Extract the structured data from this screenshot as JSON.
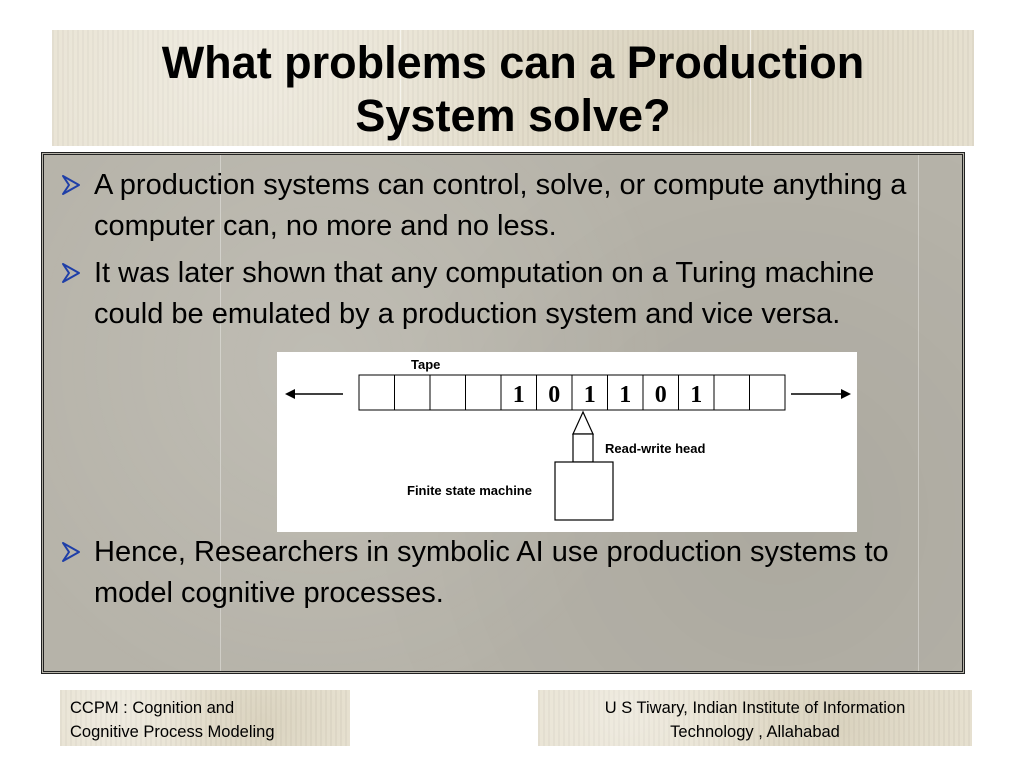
{
  "slide": {
    "title": "What problems can a Production\nSystem solve?",
    "bullets": [
      "A production systems can control, solve, or compute anything a computer can, no more and no less.",
      "It was later shown that any computation on a Turing machine could be emulated by a production system and vice versa.",
      "Hence, Researchers in symbolic AI use production systems to model cognitive processes."
    ]
  },
  "figure": {
    "tape_label": "Tape",
    "tape_cells": [
      "",
      "",
      "",
      "",
      "1",
      "0",
      "1",
      "1",
      "0",
      "1",
      "",
      ""
    ],
    "head_label": "Read-write head",
    "fsm_label": "Finite state machine"
  },
  "footer": {
    "left_line1": "CCPM : Cognition and",
    "left_line2": "Cognitive Process Modeling",
    "right_line1": "U S Tiwary, Indian Institute of Information",
    "right_line2": "Technology , Allahabad"
  },
  "colors": {
    "bullet_arrow": "#1f3fa8",
    "content_background": "#b6b3a9",
    "band_background": "#e6e0cf"
  },
  "icons": {
    "bullet": "arrow-bullet-icon",
    "tape_arrows": "left-arrow-icon / right-arrow-icon"
  }
}
